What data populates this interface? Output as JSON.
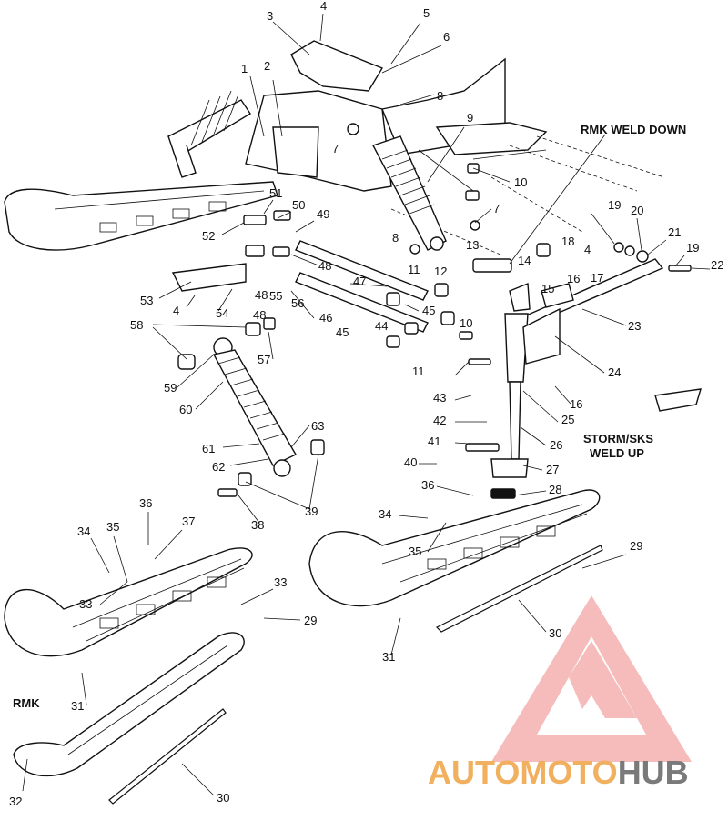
{
  "diagram": {
    "part_numbers": [
      "1",
      "2",
      "3",
      "4",
      "5",
      "6",
      "7",
      "8",
      "9",
      "10",
      "11",
      "12",
      "13",
      "14",
      "15",
      "16",
      "17",
      "18",
      "19",
      "20",
      "21",
      "22",
      "23",
      "24",
      "25",
      "26",
      "27",
      "28",
      "29",
      "30",
      "31",
      "32",
      "33",
      "34",
      "35",
      "36",
      "37",
      "38",
      "39",
      "40",
      "41",
      "42",
      "43",
      "44",
      "45",
      "46",
      "47",
      "48",
      "49",
      "50",
      "51",
      "52",
      "53",
      "54",
      "55",
      "56",
      "57",
      "58",
      "59",
      "60",
      "61",
      "62",
      "63"
    ],
    "notes": {
      "rmk_weld_down": "RMK WELD DOWN",
      "storm_sks_line1": "STORM/SKS",
      "storm_sks_line2": "WELD UP",
      "rmk": "RMK"
    }
  },
  "watermark": {
    "part1": "AUTO",
    "part2": "MOTO",
    "part3": "HUB",
    "colors": {
      "triangle": "#f3a6a6",
      "auto": "#f0b060",
      "moto": "#f0b060",
      "hub": "#7a7a7a"
    }
  }
}
